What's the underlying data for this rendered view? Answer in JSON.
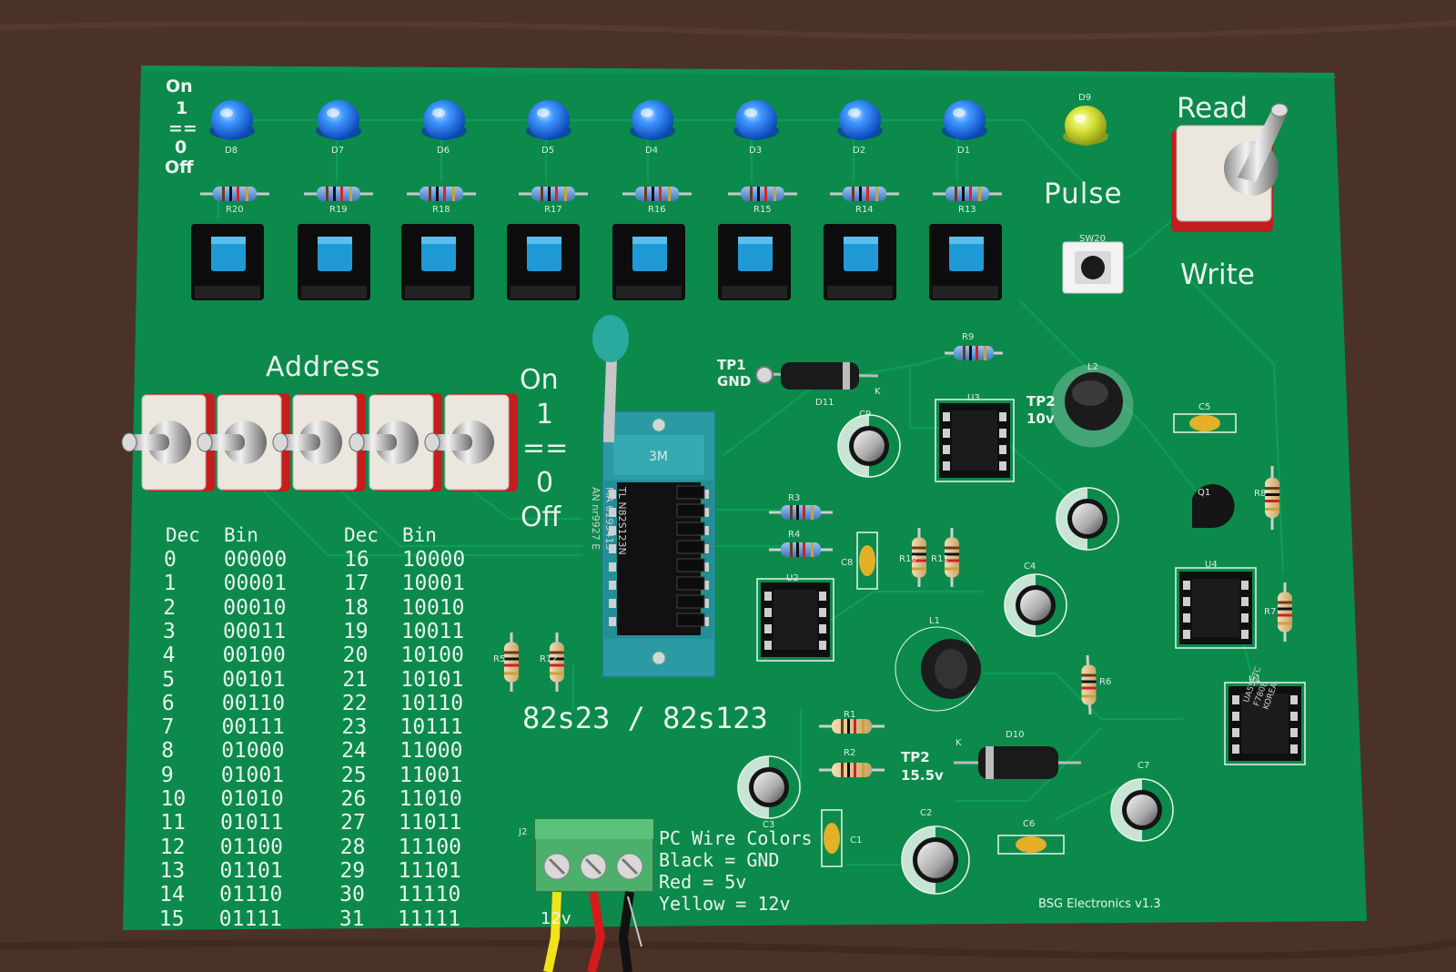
{
  "image_description_free": true,
  "board": {
    "title_chip": "82s23 / 82s123",
    "maker": "BSG Electronics v1.3",
    "colors": {
      "wood": "#4a3126",
      "pcb": "#0b8a4c",
      "pcb_dark": "#087a42",
      "silkscreen": "#e9f3ec",
      "led_blue": "#1e7bff",
      "led_yellow": "#d8e02a",
      "button_cap": "#1f9ad6",
      "switch_red": "#c81c1c",
      "terminal_green": "#4fb36f"
    }
  },
  "labels": {
    "on_top": "On",
    "one_top": "1",
    "eq_top": "==",
    "zero_top": "0",
    "off_top": "Off",
    "address": "Address",
    "on_mid": "On",
    "one_mid": "1",
    "eq_mid": "==",
    "zero_mid": "0",
    "off_mid": "Off",
    "read": "Read",
    "write": "Write",
    "pulse": "Pulse",
    "tp1": "TP1",
    "gnd": "GND",
    "tp2a": "TP2",
    "tp2a_v": "10v",
    "tp2b": "TP2",
    "tp2b_v": "15.5v",
    "wire_colors_1": "PC Wire Colors",
    "wire_colors_2": "Black = GND",
    "wire_colors_3": "Red = 5v",
    "wire_colors_4": "Yellow = 12v",
    "wire_12v": "12v",
    "j2": "J2",
    "sw20": "SW20",
    "k1": "K",
    "k2": "K",
    "chip_marking": "TL N82S123N\nMA 0195415\nAN nr9927 E",
    "u1_marking": "UA555TC\nF7808\nKOREA",
    "socket_brand": "3M"
  },
  "leds": [
    {
      "ref": "D8",
      "color": "blue"
    },
    {
      "ref": "D7",
      "color": "blue"
    },
    {
      "ref": "D6",
      "color": "blue"
    },
    {
      "ref": "D5",
      "color": "blue"
    },
    {
      "ref": "D4",
      "color": "blue"
    },
    {
      "ref": "D3",
      "color": "blue"
    },
    {
      "ref": "D2",
      "color": "blue"
    },
    {
      "ref": "D1",
      "color": "blue"
    },
    {
      "ref": "D9",
      "color": "yellow"
    }
  ],
  "resistors_top": [
    "R20",
    "R19",
    "R18",
    "R17",
    "R16",
    "R15",
    "R14",
    "R13"
  ],
  "data_buttons": 8,
  "address_switches": 5,
  "refs": {
    "d11": "D11",
    "d10": "D10",
    "u1": "U1",
    "u2": "U2",
    "u3": "U3",
    "u4": "U4",
    "q1": "Q1",
    "l1": "L1",
    "l2": "L2",
    "c1": "C1",
    "c2": "C2",
    "c3": "C3",
    "c4": "C4",
    "c5": "C5",
    "c6": "C6",
    "c7": "C7",
    "c8": "C8",
    "c9": "C9",
    "r1": "R1",
    "r2": "R2",
    "r3": "R3",
    "r4": "R4",
    "r5": "R5",
    "r6": "R6",
    "r7": "R7",
    "r8": "R8",
    "r9": "R9",
    "r10": "R10",
    "r11": "R11",
    "r12": "R12"
  },
  "address_table": {
    "headers": [
      "Dec",
      "Bin",
      "Dec",
      "Bin"
    ],
    "rows": [
      [
        "0",
        "00000",
        "16",
        "10000"
      ],
      [
        "1",
        "00001",
        "17",
        "10001"
      ],
      [
        "2",
        "00010",
        "18",
        "10010"
      ],
      [
        "3",
        "00011",
        "19",
        "10011"
      ],
      [
        "4",
        "00100",
        "20",
        "10100"
      ],
      [
        "5",
        "00101",
        "21",
        "10101"
      ],
      [
        "6",
        "00110",
        "22",
        "10110"
      ],
      [
        "7",
        "00111",
        "23",
        "10111"
      ],
      [
        "8",
        "01000",
        "24",
        "11000"
      ],
      [
        "9",
        "01001",
        "25",
        "11001"
      ],
      [
        "10",
        "01010",
        "26",
        "11010"
      ],
      [
        "11",
        "01011",
        "27",
        "11011"
      ],
      [
        "12",
        "01100",
        "28",
        "11100"
      ],
      [
        "13",
        "01101",
        "29",
        "11101"
      ],
      [
        "14",
        "01110",
        "30",
        "11110"
      ],
      [
        "15",
        "01111",
        "31",
        "11111"
      ]
    ]
  }
}
